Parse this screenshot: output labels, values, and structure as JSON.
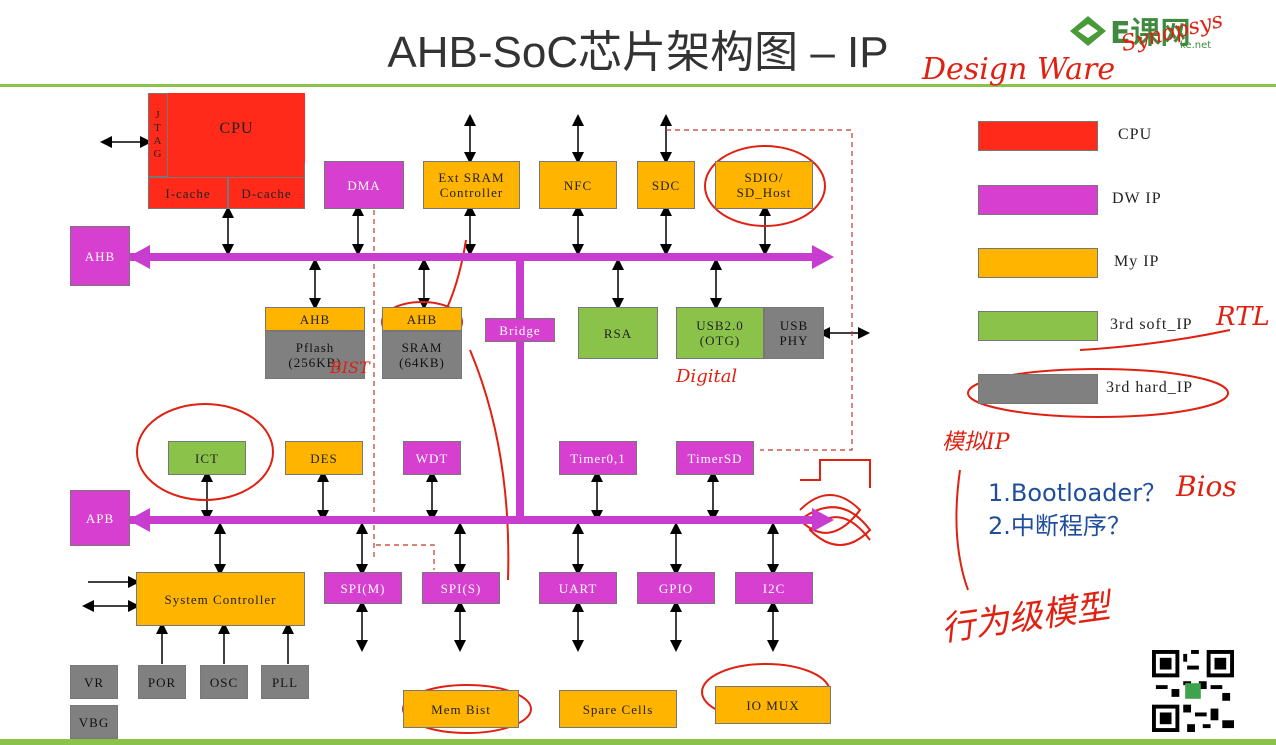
{
  "title": "AHB-SoC芯片架构图 – IP",
  "logo": {
    "text": "E课网",
    "sub": "ke.net"
  },
  "blocks": {
    "jtag": "J\nT\nA\nG",
    "cpu": "CPU",
    "icache": "I-cache",
    "dcache": "D-cache",
    "dma": "DMA",
    "ext_sram": "Ext SRAM\nController",
    "nfc": "NFC",
    "sdc": "SDC",
    "sdio": "SDIO/\nSD_Host",
    "ahb_bus": "AHB",
    "ahb_pflash": "AHB",
    "pflash": "Pflash\n(256KB)",
    "ahb_sram": "AHB",
    "sram": "SRAM\n(64KB)",
    "bridge": "Bridge",
    "rsa": "RSA",
    "usb": "USB2.0\n(OTG)",
    "usbphy": "USB\nPHY",
    "ict": "ICT",
    "des": "DES",
    "wdt": "WDT",
    "timer01": "Timer0,1",
    "timersd": "TimerSD",
    "apb_bus": "APB",
    "sysctrl": "System Controller",
    "spim": "SPI(M)",
    "spis": "SPI(S)",
    "uart": "UART",
    "gpio": "GPIO",
    "i2c": "I2C",
    "vr": "VR",
    "vbg": "VBG",
    "por": "POR",
    "osc": "OSC",
    "pll": "PLL",
    "membist": "Mem Bist",
    "spare": "Spare Cells",
    "iomux": "IO MUX"
  },
  "legend": [
    {
      "label": "CPU",
      "color": "#ff2a1a"
    },
    {
      "label": "DW IP",
      "color": "#d63fcf"
    },
    {
      "label": "My IP",
      "color": "#ffb400"
    },
    {
      "label": "3rd soft_IP",
      "color": "#8bc34a"
    },
    {
      "label": "3rd hard_IP",
      "color": "#808080"
    }
  ],
  "questions": [
    "1.Bootloader？",
    "2.中断程序？"
  ],
  "annotations": {
    "design_ware": "Design Ware",
    "synopsys": "Synopsys",
    "rtl": "RTL",
    "bios": "Bios",
    "digital": "Digital",
    "hand_bist": "BIST",
    "model_ip": "模拟IP",
    "behavior_model": "行为级模型"
  }
}
